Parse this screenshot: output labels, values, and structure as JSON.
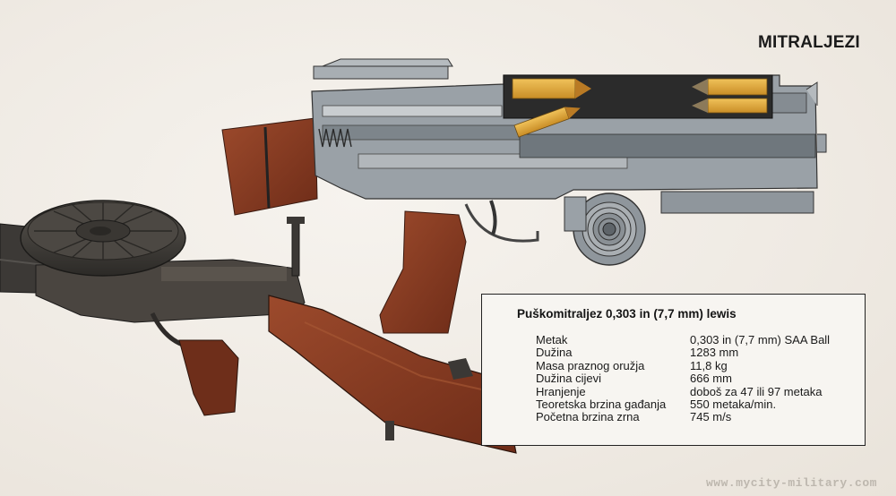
{
  "page": {
    "heading": "MITRALJEZI",
    "watermark": "www.mycity-military.com"
  },
  "spec_box": {
    "title": "Puškomitraljez 0,303 in (7,7 mm) lewis",
    "rows": [
      {
        "label": "Metak",
        "value": "0,303 in (7,7 mm) SAA Ball"
      },
      {
        "label": "Dužina",
        "value": "1283 mm"
      },
      {
        "label": "Masa praznog oružja",
        "value": "11,8 kg"
      },
      {
        "label": "Dužina cijevi",
        "value": "666 mm"
      },
      {
        "label": "Hranjenje",
        "value": "doboš za 47 ili 97 metaka"
      },
      {
        "label": "Teoretska brzina gađanja",
        "value": "550 metaka/min."
      },
      {
        "label": "Početna brzina zrna",
        "value": "745 m/s"
      }
    ]
  },
  "colors": {
    "wood": "#8a3b22",
    "steel": "#8f969c",
    "cartridge": "#e2ad3c",
    "dark_metal": "#3a3734"
  }
}
